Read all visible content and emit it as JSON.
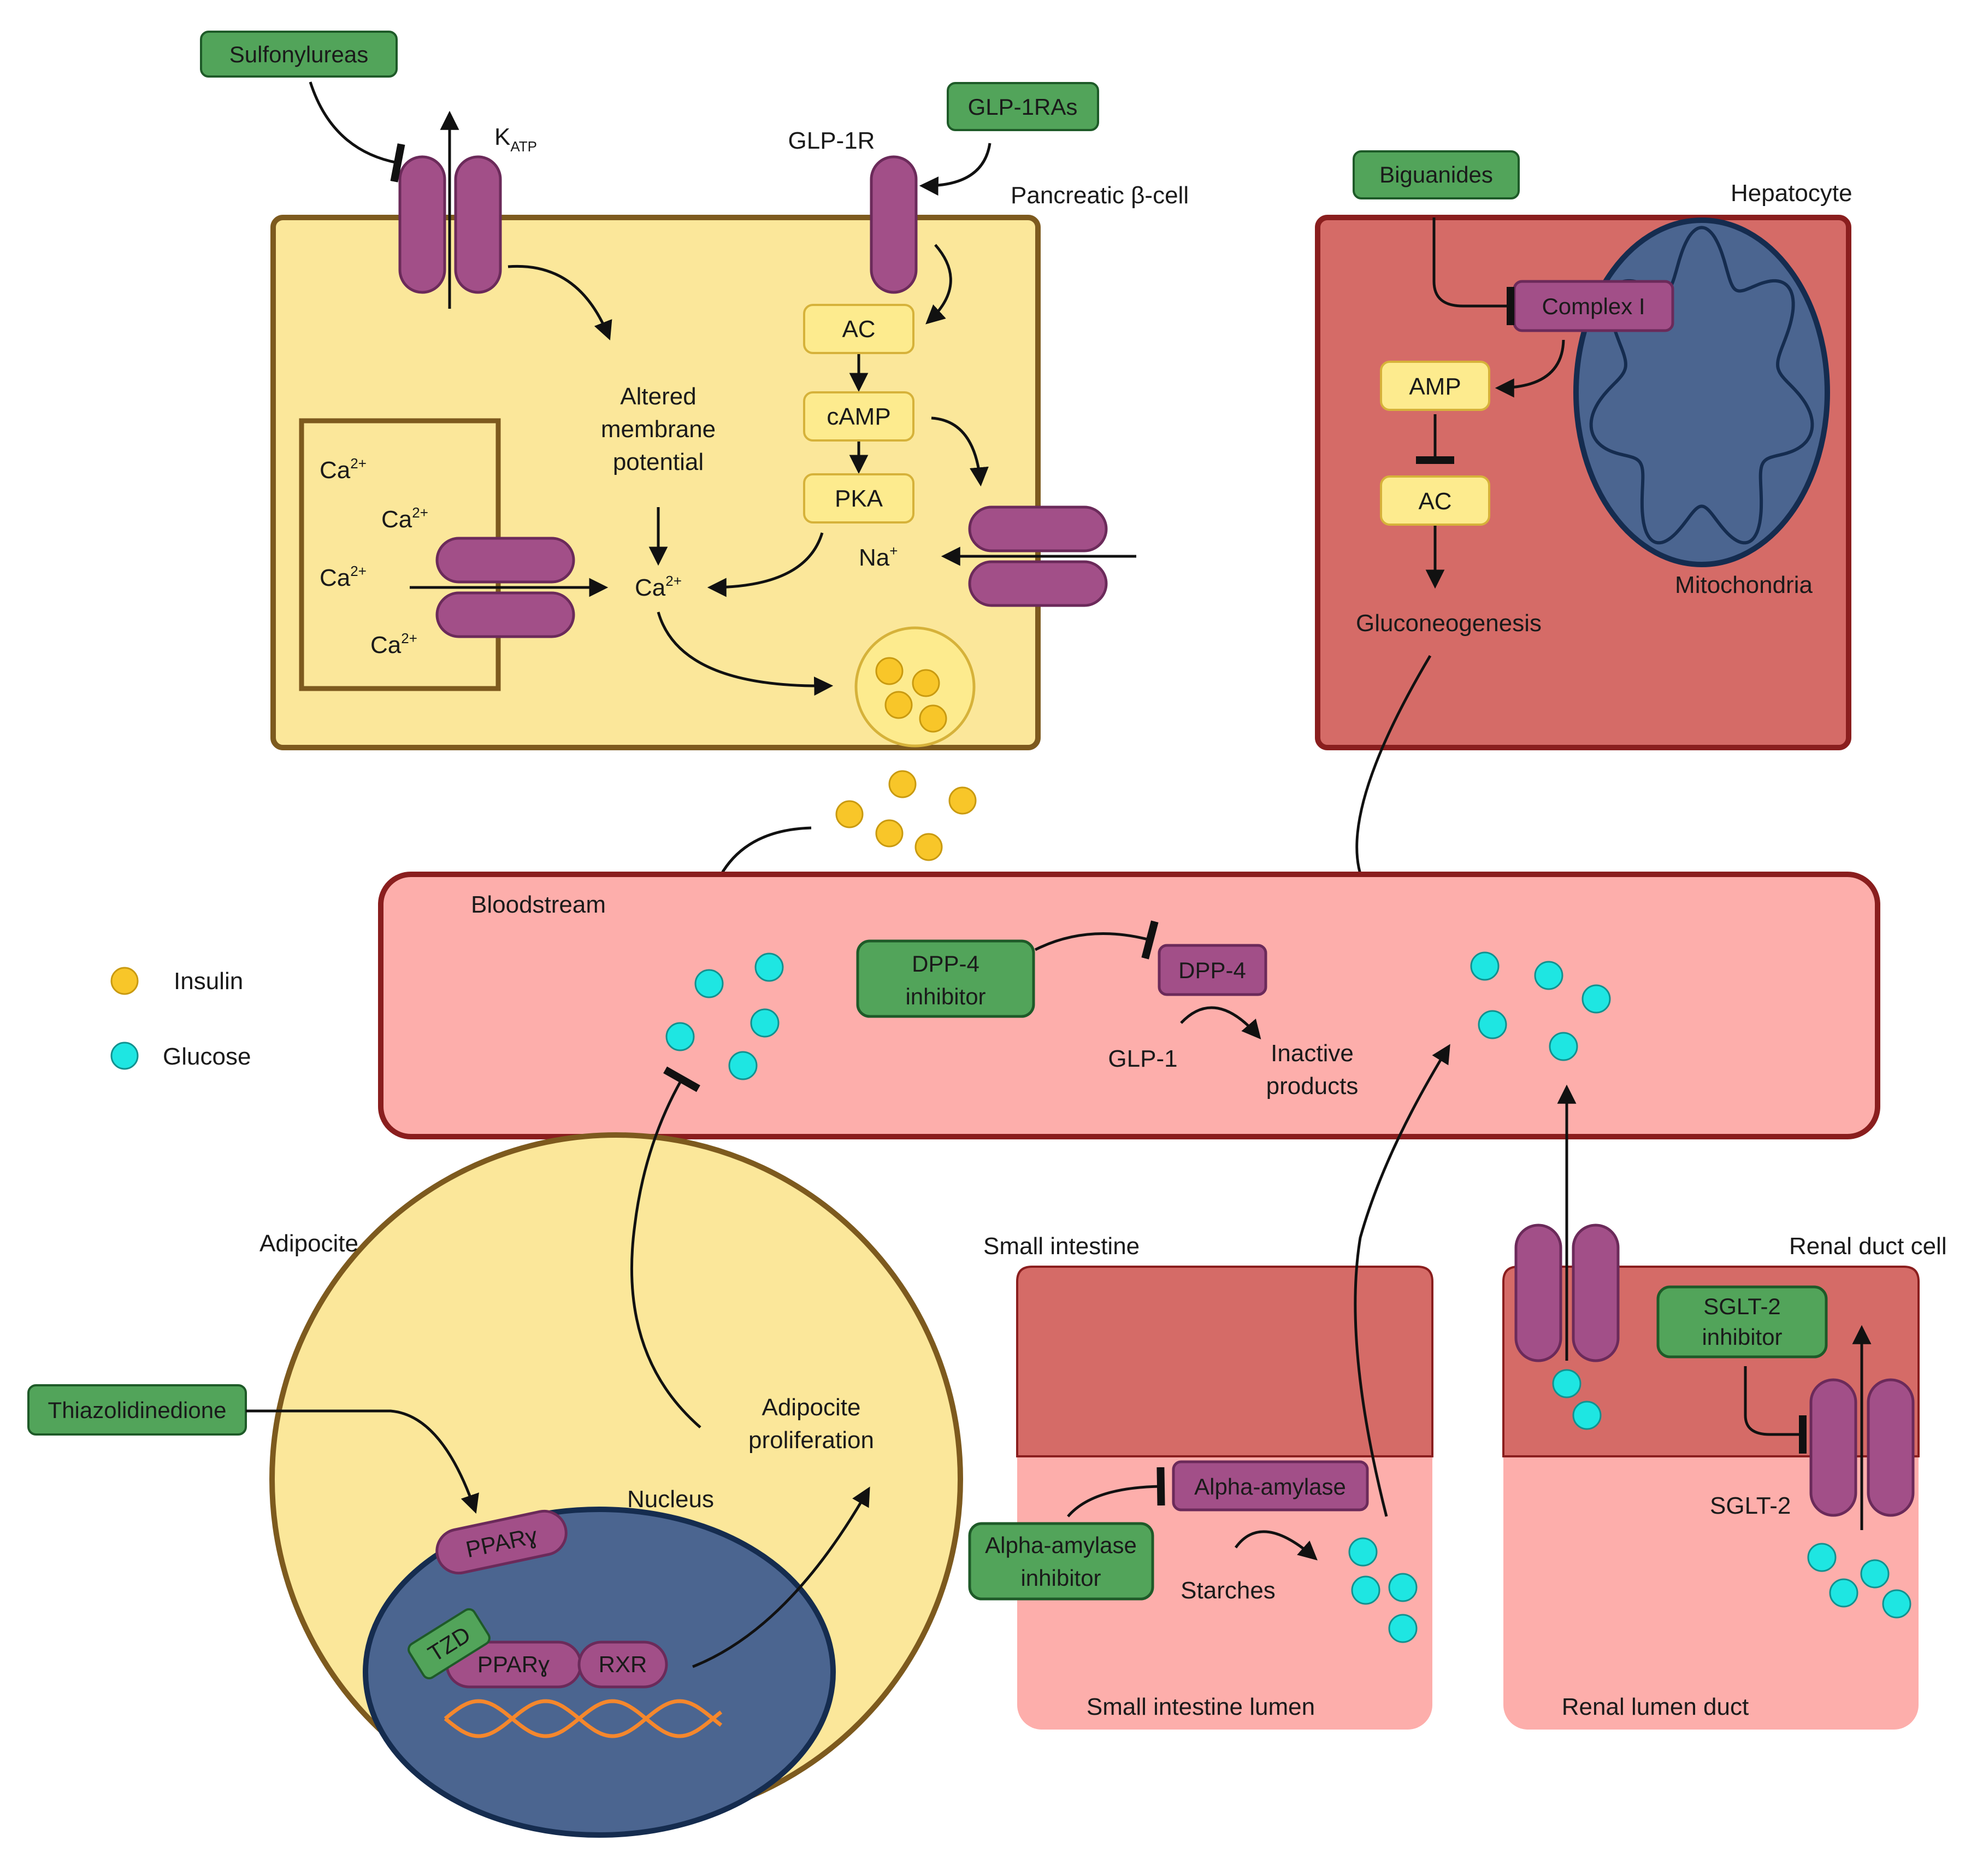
{
  "colors": {
    "beta_cell_fill": "#fbe79a",
    "beta_cell_stroke": "#7d5a1e",
    "hepatocyte_fill": "#d56b67",
    "hepatocyte_stroke": "#8a1e1e",
    "bloodstream_fill": "#fdaeab",
    "bloodstream_stroke": "#8a1e1e",
    "mito_fill": "#4b6590",
    "mito_stroke": "#152c4f",
    "channel_fill": "#a24f88",
    "channel_stroke": "#6b2a5a",
    "drug_fill": "#52a45a",
    "drug_stroke": "#1e5a28",
    "enzyme_fill": "#fdeb8e",
    "enzyme_stroke": "#d6b23a",
    "insulin": "#f8c629",
    "glucose": "#1ee6e2",
    "dna": "#f5872c"
  },
  "beta_cell": {
    "title": "Pancreatic β-cell",
    "katp_main": "K",
    "katp_sub": "ATP",
    "glp1r": "GLP-1R",
    "ac": "AC",
    "camp": "cAMP",
    "pka": "PKA",
    "altered_line1": "Altered",
    "altered_line2": "membrane",
    "altered_line3": "potential",
    "ca": "Ca",
    "ca_charge": "2+",
    "na": "Na",
    "na_charge": "+"
  },
  "hepatocyte": {
    "title": "Hepatocyte",
    "complex_i": "Complex I",
    "amp": "AMP",
    "ac": "AC",
    "gluconeogenesis": "Gluconeogenesis",
    "mitochondria": "Mitochondria"
  },
  "drugs": {
    "sulfonylureas": "Sulfonylureas",
    "glp1ras": "GLP-1RAs",
    "biguanides": "Biguanides",
    "dpp4_line1": "DPP-4",
    "dpp4_line2": "inhibitor",
    "thiazolidinedione": "Thiazolidinedione",
    "alpha_line1": "Alpha-amylase",
    "alpha_line2": "inhibitor",
    "sglt2_line1": "SGLT-2",
    "sglt2_line2": "inhibitor",
    "tzd": "TZD"
  },
  "bloodstream": {
    "title": "Bloodstream",
    "dpp4": "DPP-4",
    "glp1": "GLP-1",
    "inactive_line1": "Inactive",
    "inactive_line2": "products"
  },
  "legend": {
    "insulin": "Insulin",
    "glucose": "Glucose"
  },
  "adipocyte": {
    "title": "Adipocite",
    "nucleus": "Nucleus",
    "ppar_outer": "PPARɣ",
    "ppar_inner": "PPARɣ",
    "rxr": "RXR",
    "prolif_line1": "Adipocite",
    "prolif_line2": "proliferation"
  },
  "intestine": {
    "title": "Small intestine",
    "alpha_amylase": "Alpha-amylase",
    "starches": "Starches",
    "lumen": "Small intestine lumen"
  },
  "renal": {
    "title": "Renal duct cell",
    "sglt2": "SGLT-2",
    "lumen": "Renal lumen duct"
  }
}
